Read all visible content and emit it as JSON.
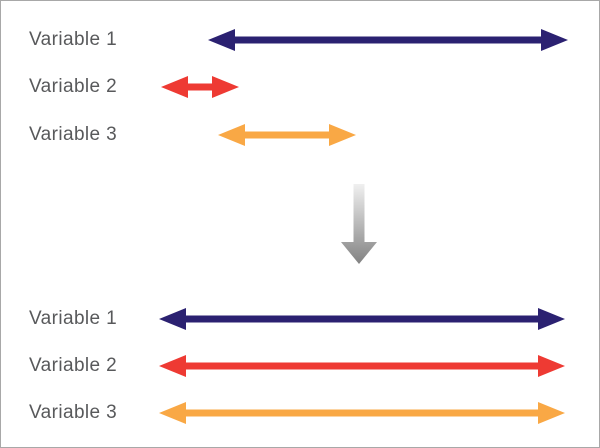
{
  "diagram": {
    "description": "Variable ranges before and after standardization",
    "colors": {
      "navy": "#2b2171",
      "red": "#ee3a33",
      "orange": "#f9a845",
      "label_text": "#58595b",
      "border": "#a8a8a8",
      "background": "#ffffff",
      "gray_arrow_top": "#f0f0f0",
      "gray_arrow_bottom": "#828282"
    },
    "top_section": {
      "rows": [
        {
          "label": "Variable 1",
          "color": "#2b2171",
          "arrow": "double-arrow",
          "relative_length": "long"
        },
        {
          "label": "Variable 2",
          "color": "#ee3a33",
          "arrow": "double-arrow",
          "relative_length": "short"
        },
        {
          "label": "Variable 3",
          "color": "#f9a845",
          "arrow": "double-arrow",
          "relative_length": "medium"
        }
      ]
    },
    "transform_arrow": {
      "icon": "down-arrow-icon",
      "style": "gray gradient, pointing down"
    },
    "bottom_section": {
      "rows": [
        {
          "label": "Variable 1",
          "color": "#2b2171",
          "arrow": "double-arrow",
          "relative_length": "equal"
        },
        {
          "label": "Variable 2",
          "color": "#ee3a33",
          "arrow": "double-arrow",
          "relative_length": "equal"
        },
        {
          "label": "Variable 3",
          "color": "#f9a845",
          "arrow": "double-arrow",
          "relative_length": "equal"
        }
      ]
    }
  }
}
